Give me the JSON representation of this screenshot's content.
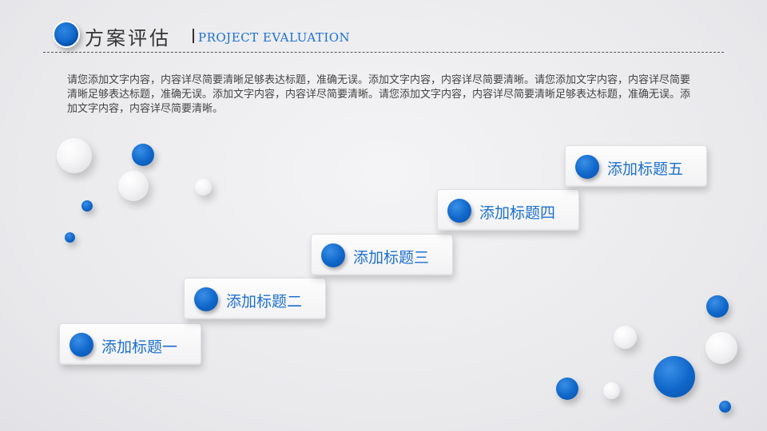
{
  "header": {
    "title": "方案评估",
    "subtitle": "PROJECT EVALUATION"
  },
  "body": {
    "text": "请您添加文字内容，内容详尽简要清晰足够表达标题，准确无误。添加文字内容，内容详尽简要清晰。请您添加文字内容，内容详尽简要清晰足够表达标题，准确无误。添加文字内容，内容详尽简要清晰。请您添加文字内容，内容详尽简要清晰足够表达标题，准确无误。添加文字内容，内容详尽简要清晰。"
  },
  "steps": [
    {
      "label": "添加标题一"
    },
    {
      "label": "添加标题二"
    },
    {
      "label": "添加标题三"
    },
    {
      "label": "添加标题四"
    },
    {
      "label": "添加标题五"
    }
  ],
  "colors": {
    "accent": "#0f66c9",
    "label": "#1d6fce",
    "text": "#444444"
  }
}
